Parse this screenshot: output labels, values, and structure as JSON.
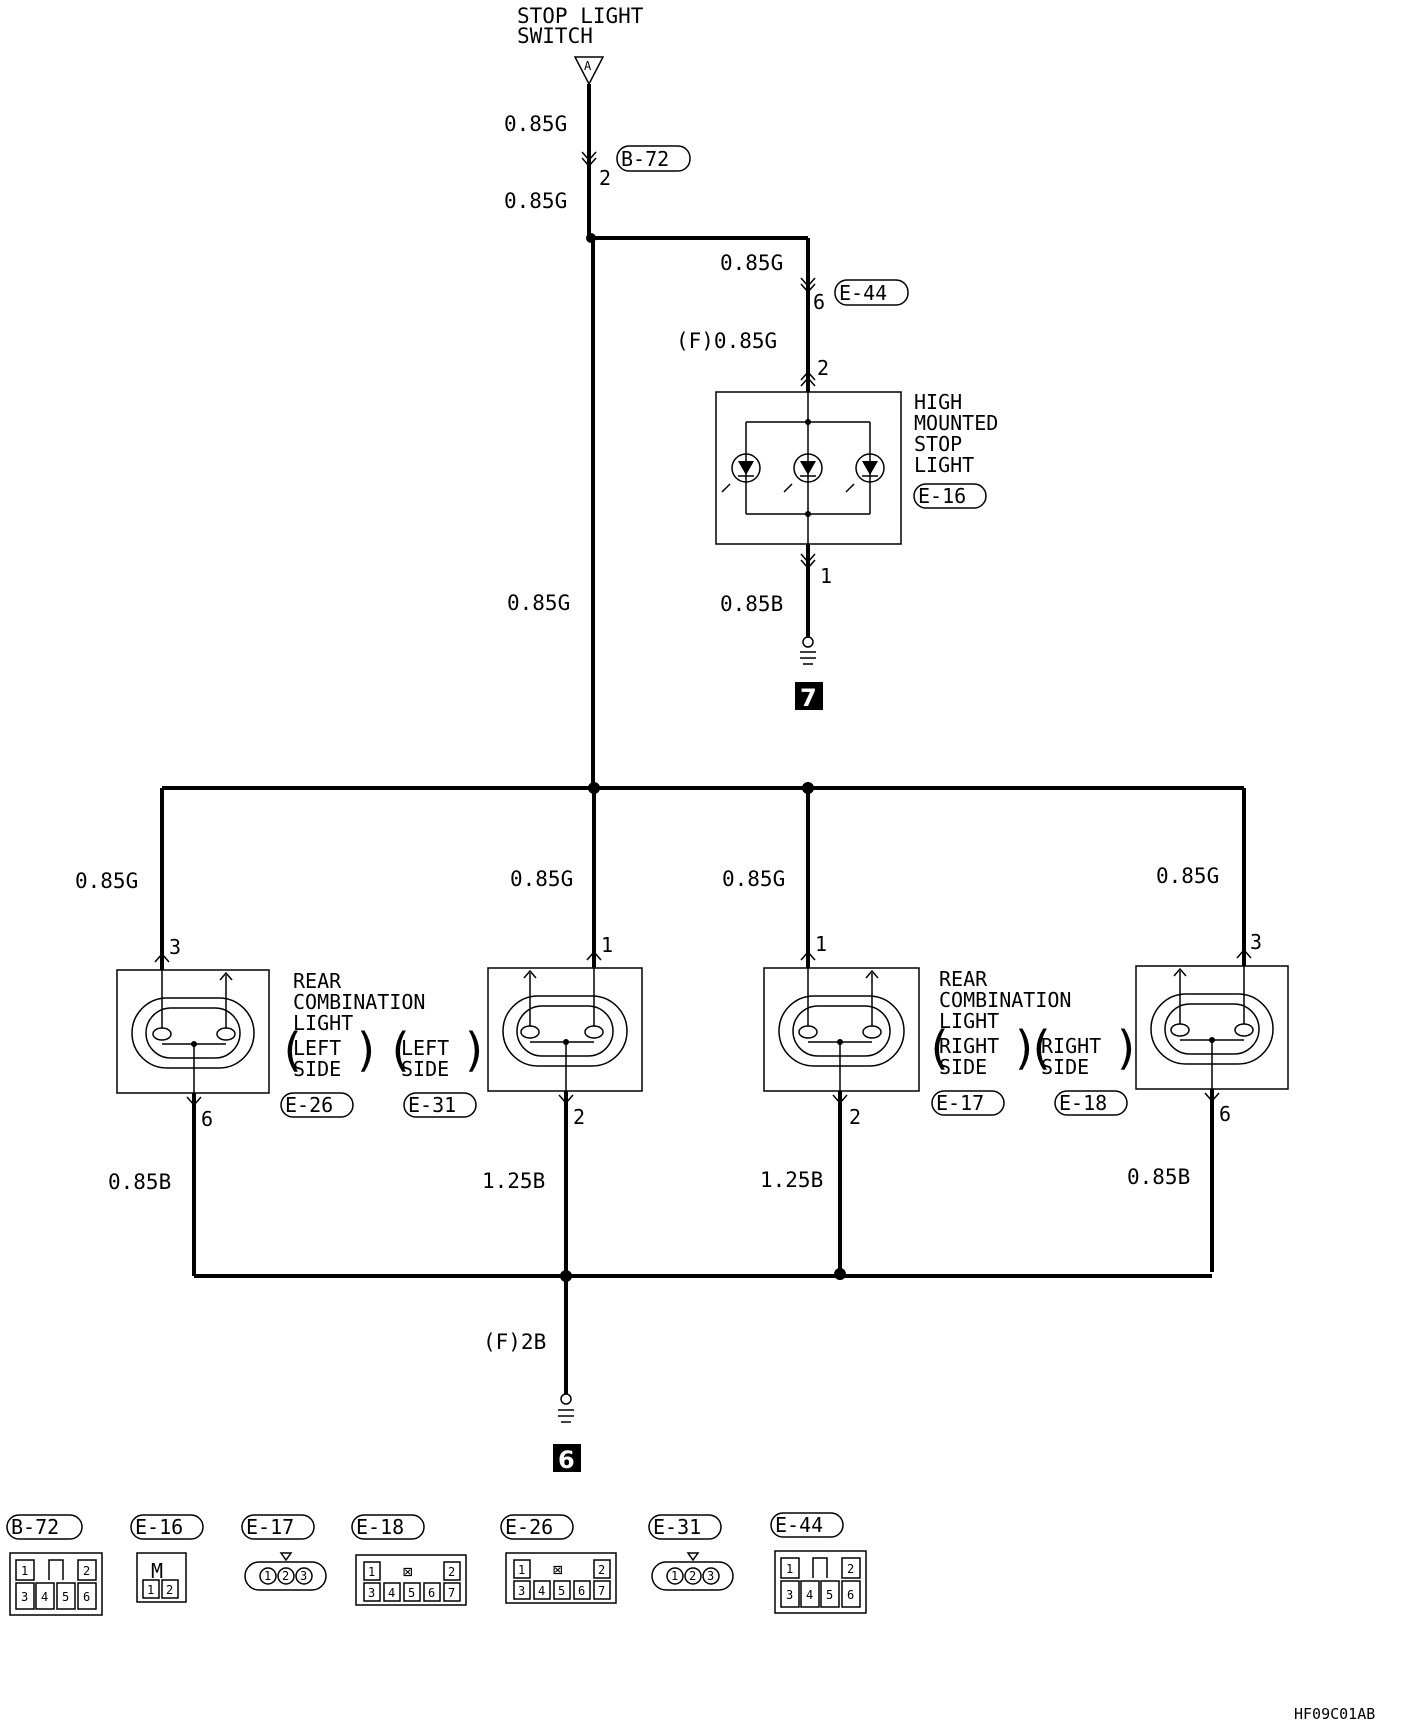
{
  "source": {
    "line1": "STOP LIGHT",
    "line2": "SWITCH",
    "terminal": "A"
  },
  "wires": {
    "main_top": "0.85G",
    "main_below_b72": "0.85G",
    "hmsl_feed": "0.85G",
    "hmsl_in": "(F)0.85G",
    "main_mid": "0.85G",
    "hmsl_ground": "0.85B",
    "left_outer": "0.85G",
    "left_inner": "0.85G",
    "right_inner": "0.85G",
    "right_outer": "0.85G",
    "left_outer_gnd": "0.85B",
    "left_inner_gnd": "1.25B",
    "right_inner_gnd": "1.25B",
    "right_outer_gnd": "0.85B",
    "main_ground": "(F)2B"
  },
  "pins": {
    "b72": "2",
    "e44": "6",
    "hmsl_in": "2",
    "hmsl_out": "1",
    "e26_in": "3",
    "e26_out": "6",
    "e31_in": "1",
    "e31_out": "2",
    "e17_in": "1",
    "e17_out": "2",
    "e18_in": "3",
    "e18_out": "6"
  },
  "components": {
    "hmsl": {
      "line1": "HIGH",
      "line2": "MOUNTED",
      "line3": "STOP",
      "line4": "LIGHT",
      "connector": "E-16"
    },
    "rear_left": {
      "line1": "REAR",
      "line2": "COMBINATION",
      "line3": "LIGHT",
      "side_a_1": "LEFT",
      "side_a_2": "SIDE",
      "side_b_1": "LEFT",
      "side_b_2": "SIDE",
      "connector_a": "E-26",
      "connector_b": "E-31"
    },
    "rear_right": {
      "line1": "REAR",
      "line2": "COMBINATION",
      "line3": "LIGHT",
      "side_a_1": "RIGHT",
      "side_a_2": "SIDE",
      "side_b_1": "RIGHT",
      "side_b_2": "SIDE",
      "connector_a": "E-17",
      "connector_b": "E-18"
    }
  },
  "connectors_inline": {
    "b72": "B-72",
    "e44": "E-44"
  },
  "grounds": {
    "g7": "7",
    "g6": "6"
  },
  "legend": {
    "b72": {
      "label": "B-72",
      "top": [
        "1",
        "",
        "2"
      ],
      "bottom": [
        "3",
        "4",
        "5",
        "6"
      ]
    },
    "e16": {
      "label": "E-16",
      "top": [
        "M"
      ],
      "bottom": [
        "1",
        "2"
      ]
    },
    "e17": {
      "label": "E-17",
      "pins": [
        "1",
        "2",
        "3"
      ]
    },
    "e18": {
      "label": "E-18",
      "top": [
        "1",
        "⊠",
        "2"
      ],
      "bottom": [
        "3",
        "4",
        "5",
        "6",
        "7"
      ]
    },
    "e26": {
      "label": "E-26",
      "top": [
        "1",
        "⊠",
        "2"
      ],
      "bottom": [
        "3",
        "4",
        "5",
        "6",
        "7"
      ]
    },
    "e31": {
      "label": "E-31",
      "pins": [
        "1",
        "2",
        "3"
      ]
    },
    "e44": {
      "label": "E-44",
      "top": [
        "1",
        "",
        "2"
      ],
      "bottom": [
        "3",
        "4",
        "5",
        "6"
      ]
    }
  },
  "figure_code": "HF09C01AB"
}
